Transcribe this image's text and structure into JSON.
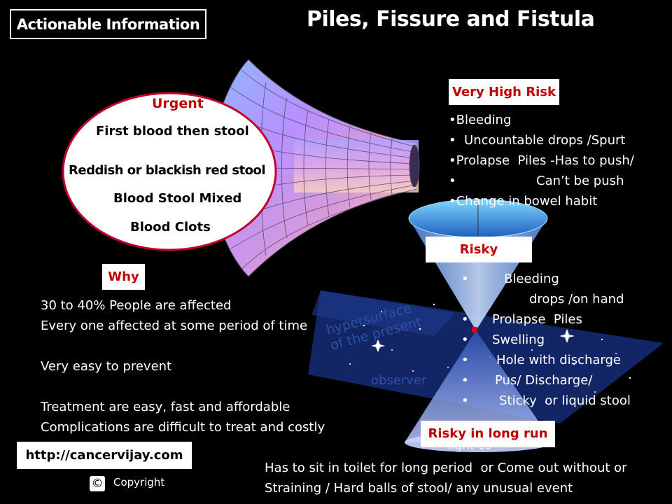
{
  "header": {
    "badge": "Actionable Information",
    "title": "Piles, Fissure and Fistula"
  },
  "urgent": {
    "label": "Urgent",
    "items": [
      "First blood then stool",
      "Reddish or blackish red stool",
      "Blood Stool Mixed",
      "Blood Clots"
    ]
  },
  "very_high_risk": {
    "label": "Very High Risk",
    "lines": [
      "•Bleeding",
      "•  Uncountable drops /Spurt",
      "•Prolapse  Piles -Has to push/",
      "•                    Can’t be push",
      "•Change in bowel habit"
    ]
  },
  "risky": {
    "label": "Risky",
    "bullet": "•",
    "lines": [
      "Bleeding",
      "drops /on hand",
      "Prolapse  Piles",
      "Swelling",
      "Hole with discharge",
      "Pus/ Discharge/",
      "Sticky  or liquid stool"
    ]
  },
  "why": {
    "label": "Why",
    "lines": [
      "30 to 40% People are affected",
      "Every one affected at some period of time",
      "",
      "Very easy to prevent",
      "",
      "Treatment are easy, fast and affordable",
      "Complications are difficult to treat and costly"
    ]
  },
  "risky_long_run": {
    "label": "Risky in long run",
    "lines": [
      "Has to sit in toilet for long period  or Come out without or",
      "Straining / Hard balls of stool/ any unusual event"
    ]
  },
  "footer": {
    "url": "http://cancervijay.com",
    "copyright_symbol": "©",
    "copyright": "Copyright"
  },
  "diagram_text": {
    "hypersurface": "hypersurface",
    "present": "of the present",
    "observer": "observer",
    "light_cone": "light co"
  }
}
